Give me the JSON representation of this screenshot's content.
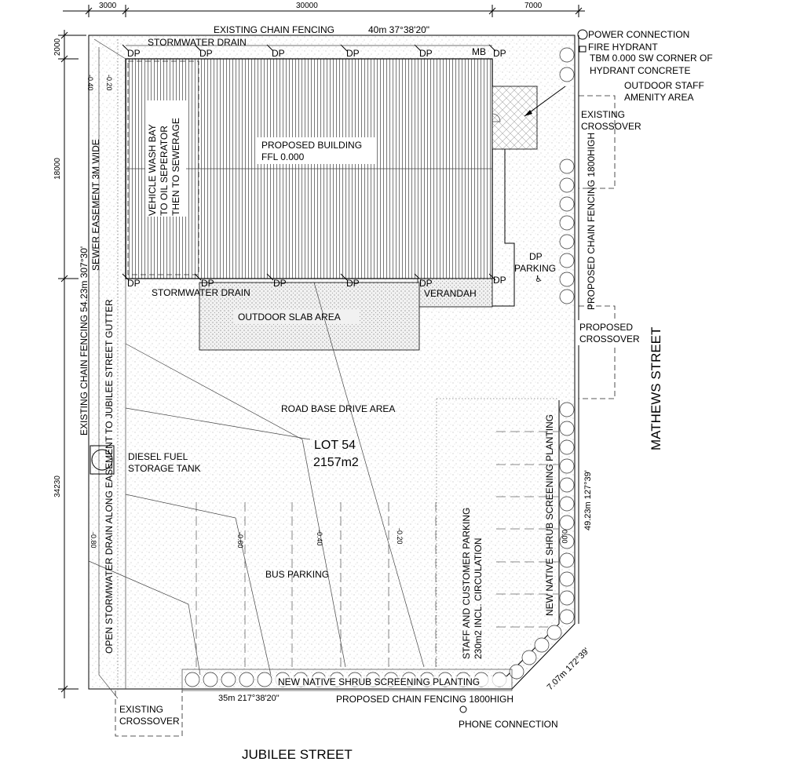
{
  "dimensions": {
    "top_left": "3000",
    "top_mid": "30000",
    "top_right": "7000",
    "left_2000": "2000",
    "left_18000": "18000",
    "left_34230": "34230"
  },
  "boundary": {
    "north": "EXISTING CHAIN FENCING",
    "north_bearing": "40m 37°38'20\"",
    "west_fence": "EXISTING CHAIN FENCING  54.23m 307°30'",
    "west_easement": "SEWER EASEMENT 3M WIDE",
    "west_drain": "OPEN STORMWATER DRAIN ALONG EASEMENT TO JUBILEE STREET GUTTER",
    "south_bearing": "35m 217°38'20\"",
    "south_fence": "PROPOSED CHAIN FENCING 1800HIGH",
    "east_fence": "PROPOSED CHAIN FENCING 1800HIGH",
    "east_bearing": "49.23m 127°39'",
    "corner_bearing": "7.07m 172°39'"
  },
  "services": {
    "power": "POWER CONNECTION",
    "hydrant": "FIRE HYDRANT",
    "tbm_line1": "TBM 0.000 SW CORNER OF",
    "tbm_line2": "HYDRANT CONCRETE",
    "phone": "PHONE CONNECTION"
  },
  "building": {
    "drain_top": "STORMWATER DRAIN",
    "drain_bottom": "STORMWATER DRAIN",
    "title": "PROPOSED BUILDING",
    "ffl": "FFL 0.000",
    "washbay_1": "VEHICLE WASH BAY",
    "washbay_2": "TO OIL SEPERATOR",
    "washbay_3": "THEN TO SEWERAGE",
    "dp": "DP",
    "mb": "MB",
    "verandah": "VERANDAH"
  },
  "areas": {
    "amenity_1": "OUTDOOR STAFF",
    "amenity_2": "AMENITY AREA",
    "existing_crossover_1": "EXISTING",
    "existing_crossover_2": "CROSSOVER",
    "dp_parking_1": "DP",
    "dp_parking_2": "PARKING",
    "proposed_crossover_1": "PROPOSED",
    "proposed_crossover_2": "CROSSOVER",
    "outdoor_slab": "OUTDOOR SLAB AREA",
    "road_base": "ROAD BASE DRIVE AREA",
    "lot": "LOT 54",
    "lot_area": "2157m2",
    "diesel_1": "DIESEL FUEL",
    "diesel_2": "STORAGE TANK",
    "bus_parking": "BUS PARKING",
    "staff_parking_1": "STAFF AND CUSTOMER PARKING",
    "staff_parking_2": "230m2 INCL. CIRCULATION",
    "shrub_east": "NEW NATIVE SHRUB SCREENING PLANTING",
    "shrub_south": "NEW NATIVE SHRUB SCREENING PLANTING",
    "sw_crossover_1": "EXISTING",
    "sw_crossover_2": "CROSSOVER"
  },
  "levels": {
    "l1": "-0.40",
    "l2": "-0.20",
    "l3": "-0.80",
    "l4": "-0.60",
    "l5": "-0.40",
    "l6": "-0.20",
    "l7": "0.00"
  },
  "streets": {
    "east": "MATHEWS STREET",
    "south": "JUBILEE STREET"
  }
}
